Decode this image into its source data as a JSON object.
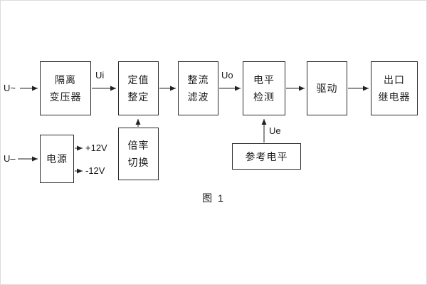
{
  "diagram": {
    "caption": "图 1",
    "labels": {
      "input_ac": "U~",
      "input_dc": "U–",
      "ui": "Ui",
      "uo": "Uo",
      "ue": "Ue",
      "rail_pos": "+12V",
      "rail_neg": "-12V"
    },
    "blocks": {
      "isolation_transformer": {
        "lines": [
          "隔离",
          "变压器"
        ]
      },
      "setting_adjust": {
        "lines": [
          "定值",
          "整定"
        ]
      },
      "rectifier_filter": {
        "lines": [
          "整流",
          "滤波"
        ]
      },
      "level_detection": {
        "lines": [
          "电平",
          "检测"
        ]
      },
      "drive": {
        "lines": [
          "驱动"
        ]
      },
      "output_relay": {
        "lines": [
          "出口",
          "继电器"
        ]
      },
      "power_supply": {
        "lines": [
          "电源"
        ]
      },
      "ratio_switch": {
        "lines": [
          "倍率",
          "切换"
        ]
      },
      "reference_level": {
        "lines": [
          "参考电平"
        ]
      }
    }
  }
}
